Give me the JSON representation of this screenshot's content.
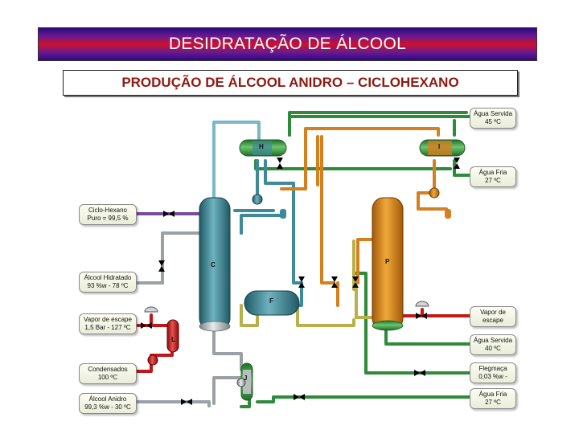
{
  "header": {
    "title": "DESIDRATAÇÃO DE ÁLCOOL",
    "subtitle": "PRODUÇÃO DE ÁLCOOL ANIDRO – CICLOHEXANO"
  },
  "labels": {
    "ciclo_hexano": {
      "line1": "Ciclo-Hexano",
      "line2": "Puro = 99,5 %"
    },
    "alcool_hidratado": {
      "line1": "Álcool Hidratado",
      "line2": "93 %w - 78 ºC"
    },
    "vapor_escape_left": {
      "line1": "Vapor de escape",
      "line2": "1,5 Bar - 127 ºC"
    },
    "condensados": {
      "line1": "Condensados",
      "line2": "100 ºC"
    },
    "alcool_anidro": {
      "line1": "Álcool Anidro",
      "line2": "99,3 %w - 30 ºC"
    },
    "agua_servida_top": {
      "line1": "Água Servida",
      "line2": "45 ºC"
    },
    "agua_fria_top": {
      "line1": "Água Fria",
      "line2": "27 ºC"
    },
    "vapor_escape_right": {
      "line1": "Vapor de",
      "line2": "escape"
    },
    "agua_servida_mid": {
      "line1": "Água Servida",
      "line2": "40 ºC"
    },
    "flegmaca": {
      "line1": "Flegmaça",
      "line2": "0,03 %w -"
    },
    "agua_fria_bottom": {
      "line1": "Água Fria",
      "line2": "27 ºC"
    }
  },
  "equipment": {
    "H": "H",
    "I": "I",
    "C": "C",
    "P": "P",
    "F": "F",
    "L": "L",
    "J": "J"
  },
  "colors": {
    "teal": "#3f8a98",
    "orange": "#d4801e",
    "green": "#2e8b3a",
    "olive": "#b8b04a",
    "purple": "#7a4a9a",
    "red": "#c01818",
    "gray": "#9aa0a4",
    "teal_light": "#7ab8c4"
  }
}
